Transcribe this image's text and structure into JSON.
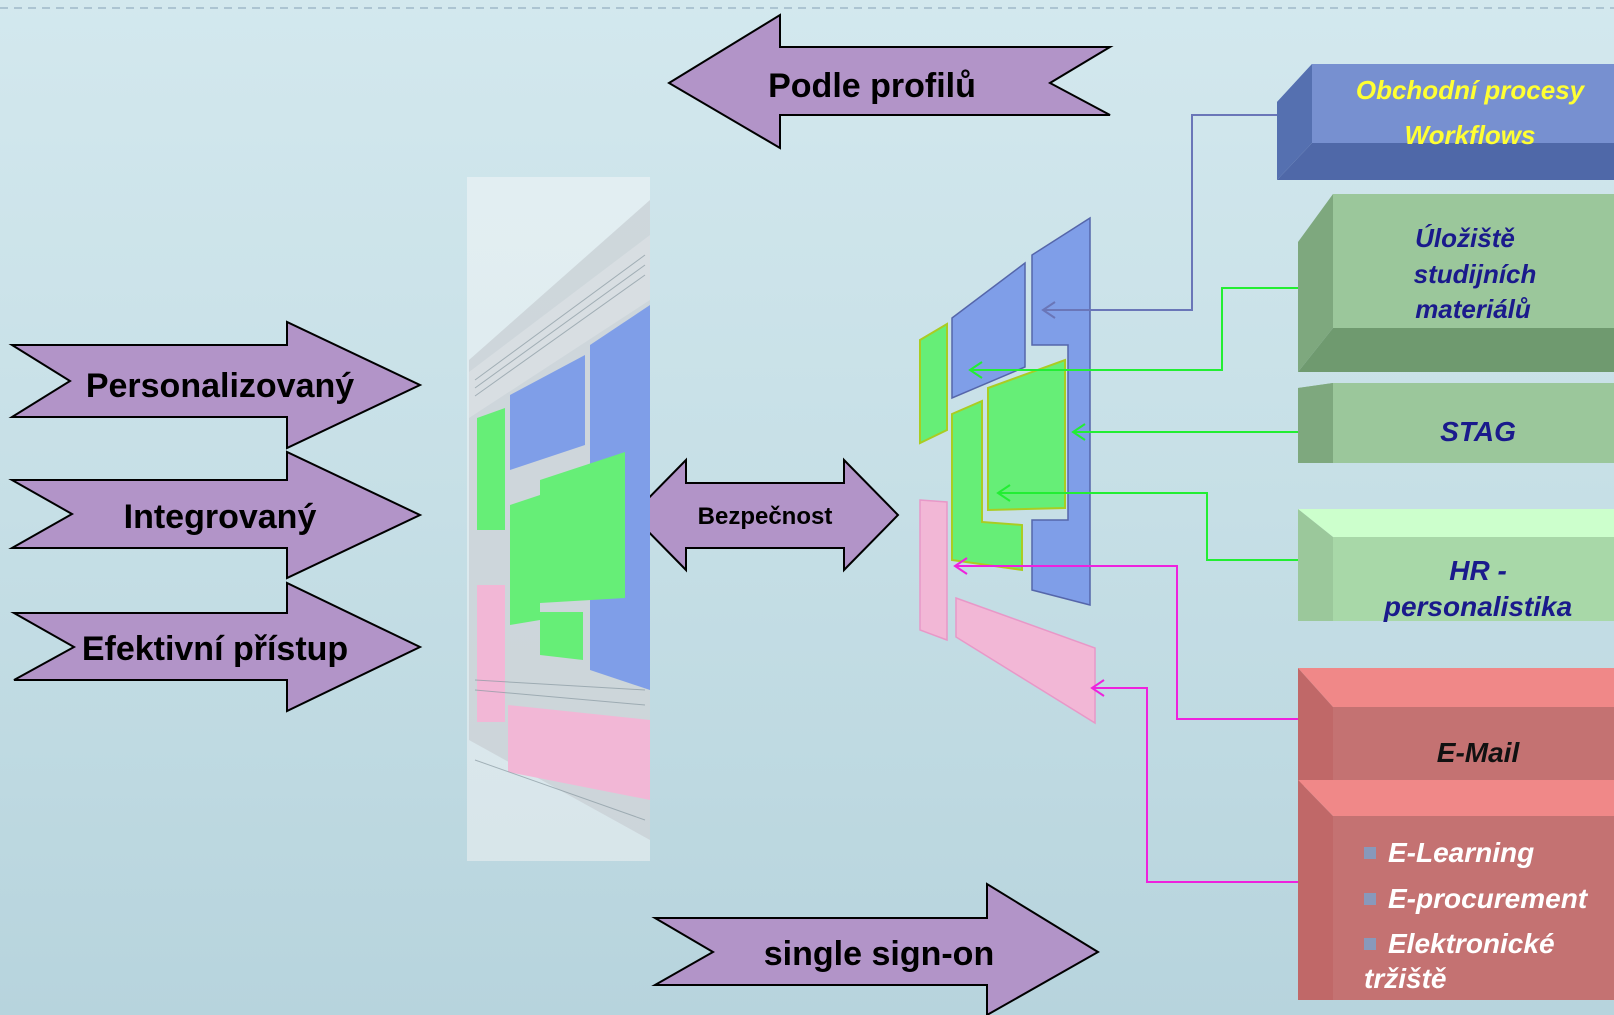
{
  "arrows": {
    "top": "Podle profilů",
    "left1": "Personalizovaný",
    "left2": "Integrovaný",
    "left3": "Efektivní přístup",
    "middle": "Bezpečnost",
    "bottom": "single sign-on"
  },
  "boxes": {
    "business_line1": "Obchodní procesy",
    "business_line2": "Workflows",
    "storage_line1": "Úložiště",
    "storage_line2": "studijních",
    "storage_line3": "materiálů",
    "stag": "STAG",
    "hr_line1": "HR -",
    "hr_line2": "personalistika",
    "email": "E-Mail",
    "learning_item1": "E-Learning",
    "learning_item2": "E-procurement",
    "learning_item3_line1": "Elektronické",
    "learning_item3_line2": "tržiště"
  },
  "colors": {
    "arrow_fill": "#b294c8",
    "blue_panel": "#7f9ee8",
    "green_panel": "#66ee77",
    "pink_panel": "#f2b7d6",
    "connector_blue": "#6a76b8",
    "connector_green": "#22ee33",
    "connector_magenta": "#ee22dd"
  }
}
